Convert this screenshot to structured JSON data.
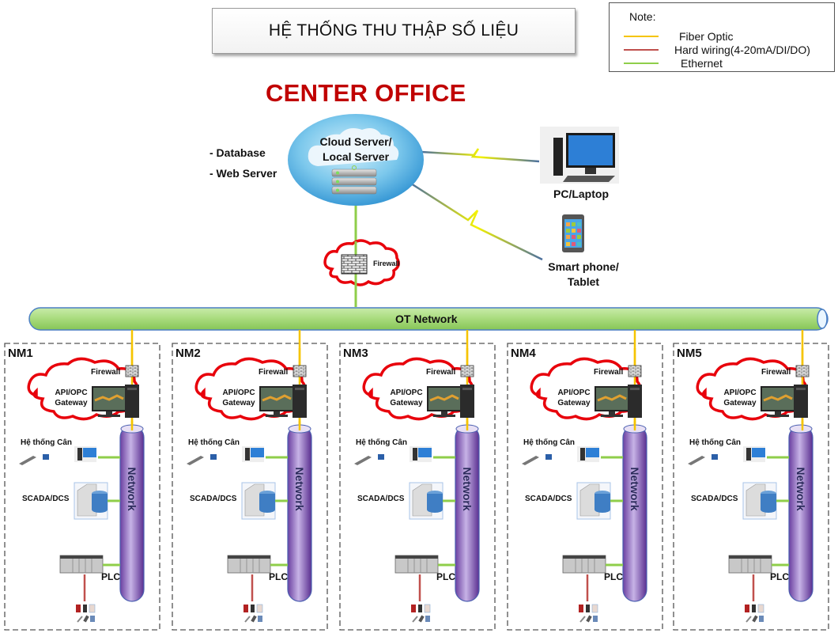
{
  "header": {
    "title": "HỆ THỐNG THU THẬP SỐ LIỆU"
  },
  "legend": {
    "title": "Note:",
    "items": [
      {
        "label": "Fiber Optic",
        "color": "#f5c400"
      },
      {
        "label": "Hard wiring(4-20mA/DI/DO)",
        "color": "#c0504d"
      },
      {
        "label": "Ethernet",
        "color": "#8fce4a"
      }
    ]
  },
  "center": {
    "title": "CENTER OFFICE",
    "server_label_1": "Cloud Server/",
    "server_label_2": "Local Server",
    "services": [
      "- Database",
      "- Web Server"
    ],
    "firewall_label": "Firewall",
    "pc_label": "PC/Laptop",
    "phone_label_1": "Smart phone/",
    "phone_label_2": "Tablet"
  },
  "ot_network": {
    "label": "OT Network"
  },
  "plants": [
    {
      "name": "NM1"
    },
    {
      "name": "NM2"
    },
    {
      "name": "NM3"
    },
    {
      "name": "NM4"
    },
    {
      "name": "NM5"
    }
  ],
  "plant_labels": {
    "firewall": "Firewall",
    "gateway_1": "API/OPC",
    "gateway_2": "Gateway",
    "scale": "Hệ thống Cân",
    "scada": "SCADA/DCS",
    "network": "Network",
    "plc": "PLC"
  },
  "colors": {
    "fiber": "#f5c400",
    "hardwire": "#c0504d",
    "ethernet": "#8fce4a",
    "cloud_outline": "#e8000b",
    "title_red": "#c00000",
    "ot_bar": "#a9dc7e",
    "network_pipe": "#8e6bbf"
  }
}
